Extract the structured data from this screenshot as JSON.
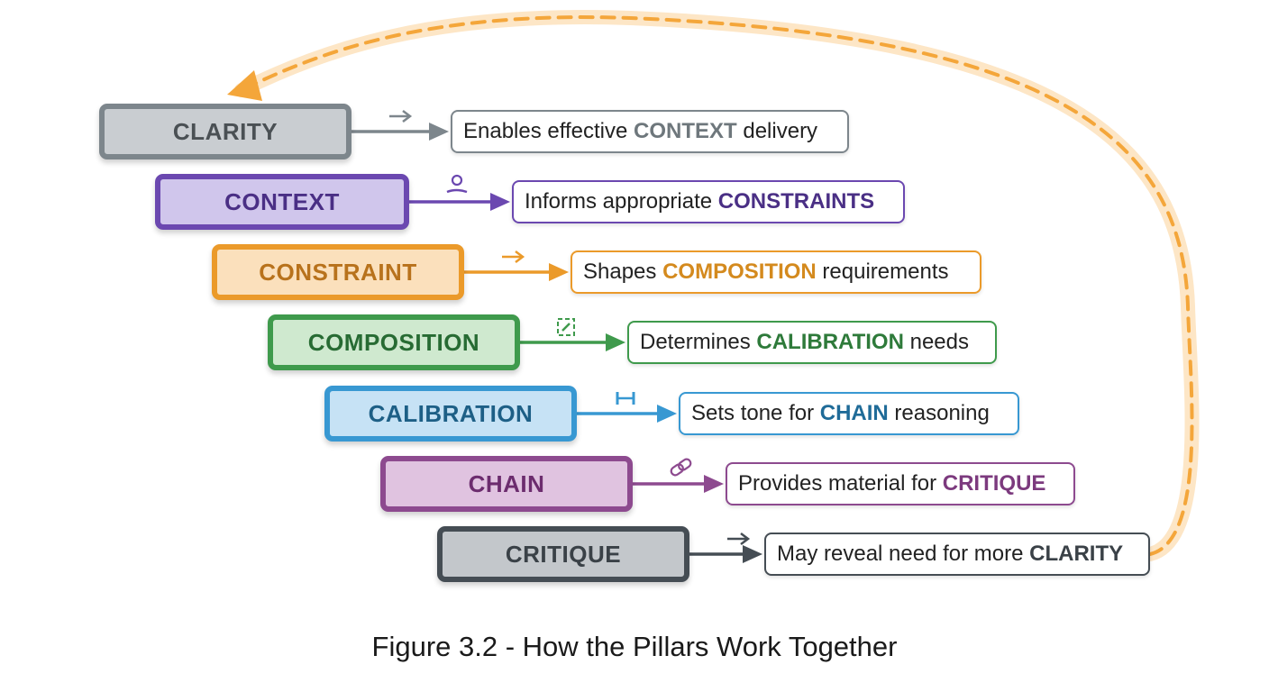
{
  "figure": {
    "caption": "Figure 3.2 - How the Pillars Work Together",
    "loop_color": "#f4a63a"
  },
  "pillars": [
    {
      "name": "CLARITY",
      "pre": "Enables effective ",
      "kw": "CONTEXT",
      "post": " delivery",
      "icon": "arrow-small-icon",
      "color": "#7d868c",
      "fill": "#c9cdd1",
      "text": "#4a5054",
      "kwcolor": "#6e777c"
    },
    {
      "name": "CONTEXT",
      "pre": "Informs appropriate ",
      "kw": "CONSTRAINTS",
      "post": "",
      "icon": "location-hand-icon",
      "color": "#6b48b0",
      "fill": "#d0c6ec",
      "text": "#4a2f85",
      "kwcolor": "#4a2f85"
    },
    {
      "name": "CONSTRAINT",
      "pre": "Shapes ",
      "kw": "COMPOSITION",
      "post": " requirements",
      "icon": "arrow-small-icon",
      "color": "#eb9a2a",
      "fill": "#fbe0bc",
      "text": "#b8721c",
      "kwcolor": "#d48a1e"
    },
    {
      "name": "COMPOSITION",
      "pre": "Determines ",
      "kw": "CALIBRATION",
      "post": " needs",
      "icon": "puzzle-icon",
      "color": "#3f9a4c",
      "fill": "#cfe9cf",
      "text": "#276b33",
      "kwcolor": "#2e7a3a"
    },
    {
      "name": "CALIBRATION",
      "pre": "Sets tone for ",
      "kw": "CHAIN",
      "post": " reasoning",
      "icon": "dumbbell-icon",
      "color": "#3898d2",
      "fill": "#c6e2f5",
      "text": "#1d5f86",
      "kwcolor": "#1f6b98"
    },
    {
      "name": "CHAIN",
      "pre": "Provides material for ",
      "kw": "CRITIQUE",
      "post": "",
      "icon": "chain-link-icon",
      "color": "#8d4a8f",
      "fill": "#e0c3e0",
      "text": "#6c2c6e",
      "kwcolor": "#7c3a7e"
    },
    {
      "name": "CRITIQUE",
      "pre": "May reveal need for more ",
      "kw": "CLARITY",
      "post": "",
      "icon": "arrow-small-icon",
      "color": "#454d54",
      "fill": "#c3c7cb",
      "text": "#3a4147",
      "kwcolor": "#3a4147"
    }
  ]
}
